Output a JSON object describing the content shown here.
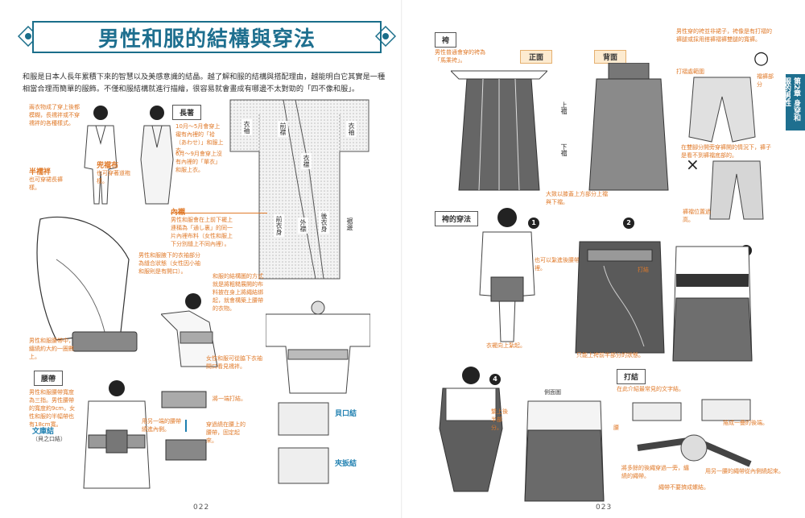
{
  "left": {
    "title": "男性和服的結構與穿法",
    "intro": "和服是日本人長年累積下來的智慧以及美感意識的結晶。越了解和服的結構與搭配理由，越能明白它其實是一種相當合理而簡單的服飾。不僅和服結構就進行描繪，很容易就會畫成有哪邊不太對勁的「四不像和服」。",
    "notes": {
      "n1": "兩衣物成了穿上後都模糊，長襦袢或不穿襦袢的各種樣式。",
      "hanjuban_title": "半襦袢",
      "hanjuban_text": "也可穿裙長褲樣。",
      "susoyoke_title": "兜襠布",
      "susoyoke_text": "也可穿著道袍樣。",
      "nagagi_tag": "長著",
      "nagagi_1": "10月～5月會穿上襯有內裡的「袷（あわせ）」和服上衣。",
      "nagagi_2": "6月～9月會穿上沒有內裡的「單衣」和服上衣。",
      "naigi_title": "內襯",
      "naigi_text": "男性和服會在上前下襬上連稱為「通し裏」的同一片內裡布料（女性和服上下分別縫上不同內裡）。",
      "sleeve_note": "男性和服腋下的衣袖部分為縫合狀態（女性因小袖和服則是有開口）。",
      "obi_note": "男性和服腰帶中，纏繞約大約一圈數上。",
      "body_note": "和服的結構圖的方式就是將粗糙展開的布料披在身上將繩結綁起，就會構築上腰帶的衣物。",
      "female_note": "女性和服可從脇下衣袖開口看見襦袢。",
      "obi_tag": "腰帶",
      "obi_text": "男性和服腰帶寬度為三指。男性腰帶的寬度約9cm，女性和服的半幅帶也有18cm寬。",
      "bunko_title": "文庫結",
      "bunko_sub": "（貝之口結）",
      "knot_1": "將一端打結。",
      "knot_2": "用另一端的腰帶繞進內側。",
      "knot_3": "穿過繞在腰上的腰帶，固定起來。",
      "kainokuchi": "貝口結",
      "kyokyo": "夾扳結"
    },
    "labels": {
      "sode": "衣袖",
      "okumi": "前襟",
      "eri": "衣襟",
      "mae_migoro": "前衣身",
      "soto": "外襟",
      "ushiro": "後衣身",
      "sode2": "衣袖",
      "susoyoke": "裾邊"
    },
    "page_no": "022"
  },
  "right": {
    "hakama_tag": "袴",
    "hakama_note": "男性普通會穿的袴為「馬乘袴」。",
    "front": "正面",
    "back": "背面",
    "upper": "上襠",
    "lower": "下襠",
    "gusset_note": "大致以膝蓋上方部分上襠與下襠。",
    "side_notes": {
      "top_right": "男性穿的袴並非裙子，袴像是有打褶的褲腿或採用搭褲褶褲雙腿的寬褲。",
      "gusset": "打褶處範圍",
      "good_note": "襠褲部分",
      "good_text": "在雙腳分開旁穿褲開的情況下，褲子是看不到褲襠底部的。",
      "bad_note": "褲襠位置過高。"
    },
    "ok_mark": "○",
    "ng_mark": "×",
    "side_tab": "第2章 身穿和服的男性",
    "howto_tag": "袴的穿法",
    "steps": [
      "1",
      "2",
      "3",
      "4"
    ],
    "step_notes": {
      "s1": "也可以紮進後腰帶裡。",
      "s1b": "衣襬向上紮起。",
      "s2": "打結",
      "s2b": "只能上袴前半部分的狀態。",
      "s4": "繫上後半部分。",
      "s4b": "側面圖",
      "s4c": "腰"
    },
    "tie_tag": "打結",
    "tie_notes": {
      "t1": "在此介紹最常見的文字結。",
      "t2": "捲成一疊的後端。",
      "t3": "將多餘的後繩穿過一旁，纏繞的繩帶。",
      "t4": "用另一腰的繩帶從內側繞起來。",
      "t5": "繩帶不要擠成螺結。"
    },
    "page_no": "023"
  },
  "colors": {
    "accent": "#1e6f8f",
    "note": "#e07a2a",
    "pill": "#fdebd0"
  }
}
